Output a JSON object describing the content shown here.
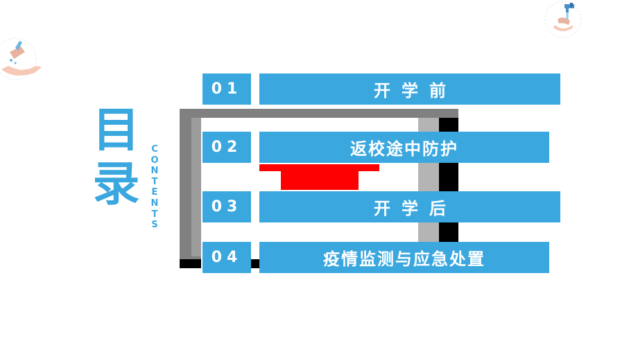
{
  "title": {
    "line1": "目",
    "line2": "录"
  },
  "subtitle": "CONTENTS",
  "items": [
    {
      "num": "01",
      "label": "开学前"
    },
    {
      "num": "02",
      "label": "返校途中防护"
    },
    {
      "num": "03",
      "label": "开学后"
    },
    {
      "num": "04",
      "label": "疫情监测与应急处置"
    }
  ],
  "colors": {
    "accent": "#3aa7df",
    "frame": "#808080",
    "highlight": "#ff0000"
  },
  "icons": {
    "left": "hand-washing-icon",
    "right": "faucet-hands-icon"
  }
}
